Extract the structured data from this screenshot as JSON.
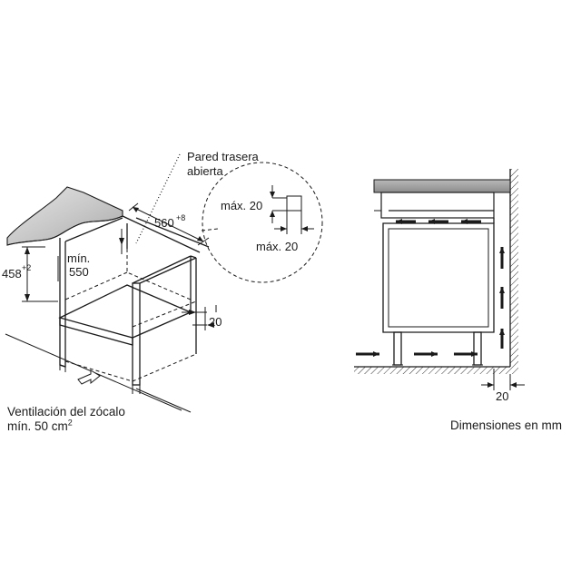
{
  "labels": {
    "back_wall_line1": "Pared trasera",
    "back_wall_line2": "abierta",
    "max_line1": "máx. 20",
    "max_line2": "máx. 20",
    "depth": "560",
    "depth_tol": "+8",
    "height": "458",
    "height_tol": "+2",
    "min_word": "mín.",
    "min_value": "550",
    "gap_side": "20",
    "gap_wall": "20"
  },
  "captions": {
    "ventilation_line1": "Ventilación del zócalo",
    "ventilation_line2_text": "mín. 50 cm",
    "ventilation_line2_sup": "2",
    "units_note": "Dimensiones en mm"
  }
}
